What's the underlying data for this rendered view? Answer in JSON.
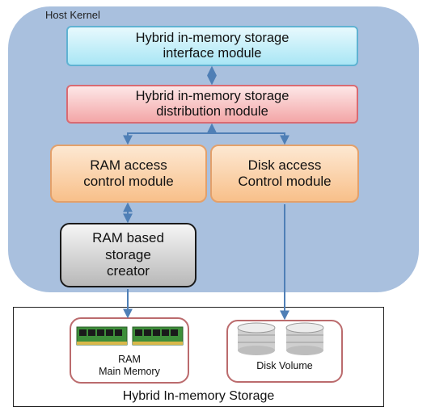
{
  "host_kernel": {
    "label": "Host Kernel"
  },
  "modules": {
    "interface": "Hybrid in-memory storage\ninterface module",
    "distribution": "Hybrid in-memory storage\ndistribution module",
    "ram_access": "RAM access\ncontrol module",
    "disk_access": "Disk access\nControl module",
    "ram_creator": "RAM based\nstorage\ncreator"
  },
  "storage": {
    "label": "Hybrid In-memory Storage",
    "ram": "RAM\nMain Memory",
    "disk": "Disk Volume"
  },
  "colors": {
    "kernel_bg": "#a9c0de",
    "arrow": "#4f7fb6",
    "interface_fill": "#a9e6f5",
    "distribution_fill": "#f3a6a7",
    "control_fill": "#f8c08a",
    "creator_fill": "#b8b8b8"
  }
}
